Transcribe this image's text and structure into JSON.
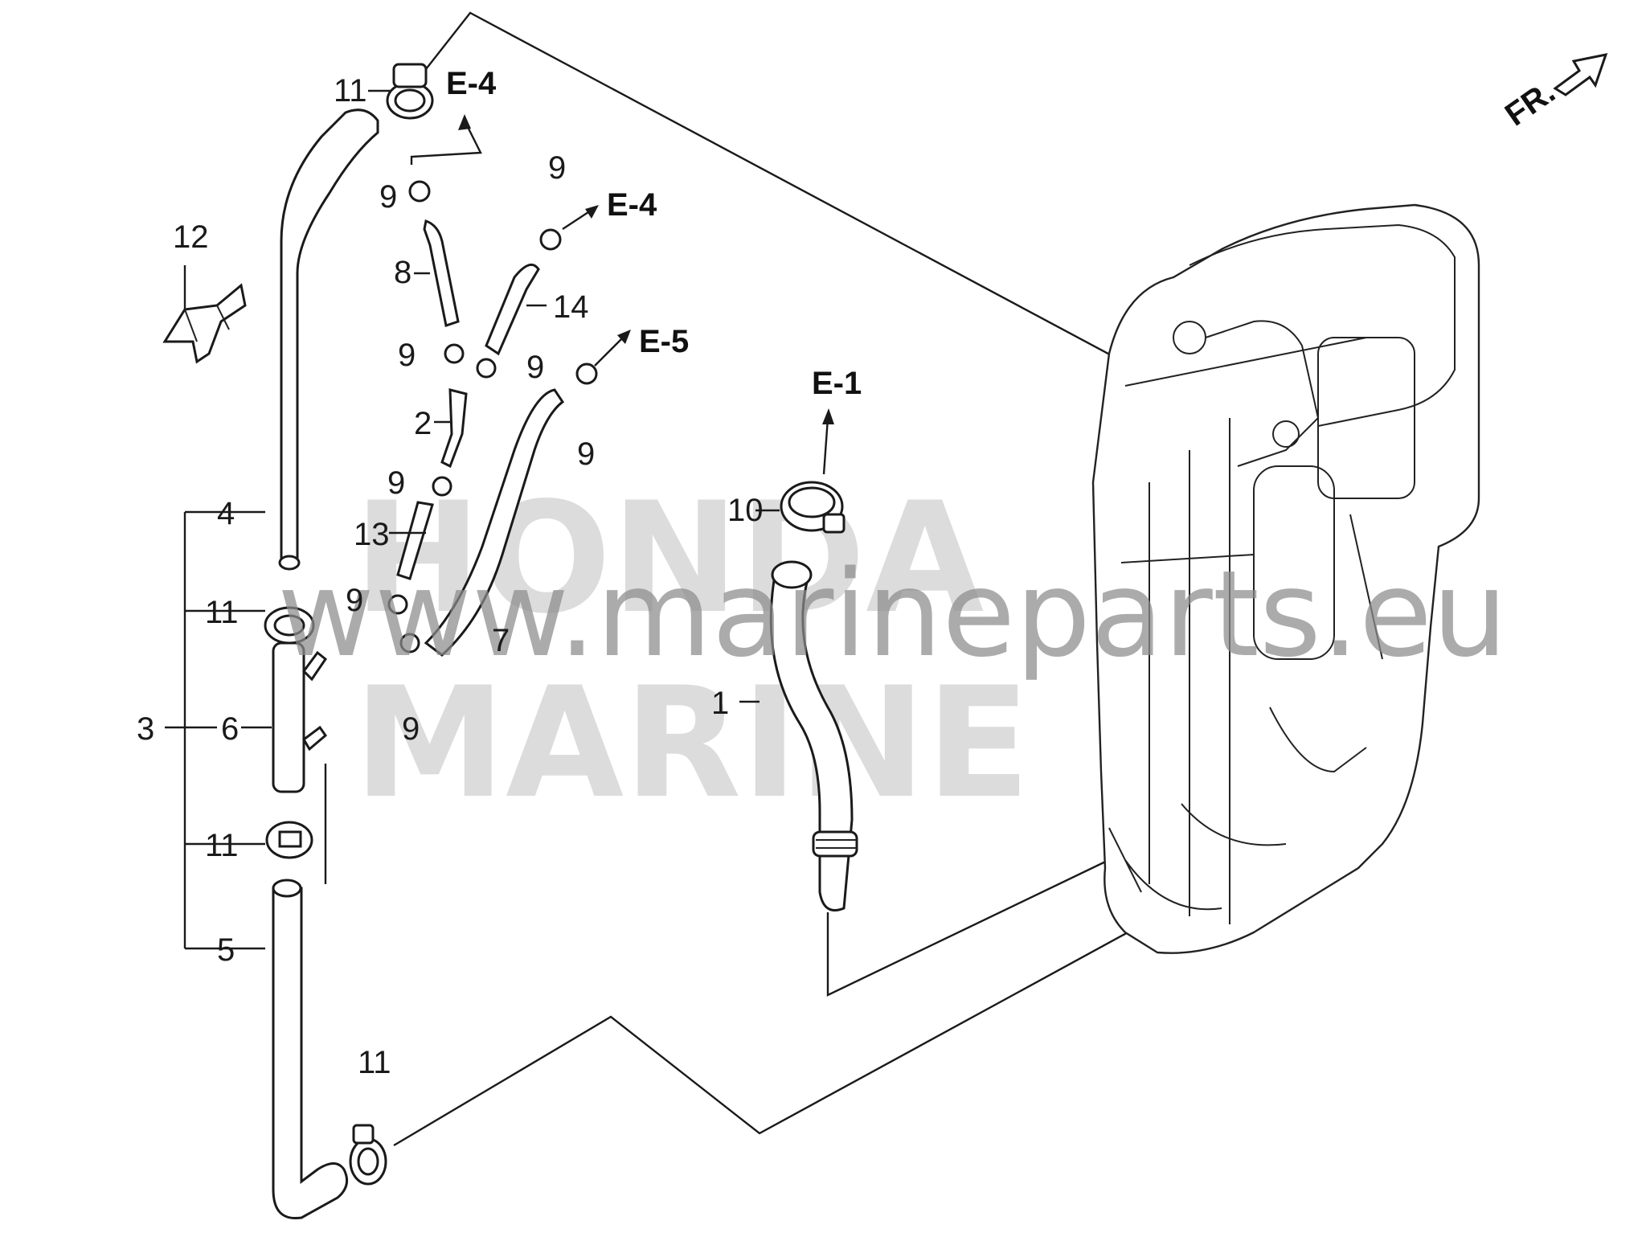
{
  "direction_marker": {
    "label": "FR."
  },
  "watermark": {
    "url": "www.marineparts.eu",
    "brand_line1": "HONDA",
    "brand_line2": "MARINE"
  },
  "callouts": {
    "c1": "1",
    "c2": "2",
    "c3": "3",
    "c4": "4",
    "c5": "5",
    "c6": "6",
    "c7": "7",
    "c8": "8",
    "c9a": "9",
    "c9b": "9",
    "c9c": "9",
    "c9d": "9",
    "c9e": "9",
    "c9f": "9",
    "c9g": "9",
    "c9h": "9",
    "c10": "10",
    "c11a": "11",
    "c11b": "11",
    "c11c": "11",
    "c11d": "11",
    "c12": "12",
    "c13": "13",
    "c14": "14"
  },
  "references": {
    "e4_top": "E-4",
    "e4_mid": "E-4",
    "e5": "E-5",
    "e1": "E-1"
  },
  "icons": [
    "arrow-front-icon"
  ]
}
